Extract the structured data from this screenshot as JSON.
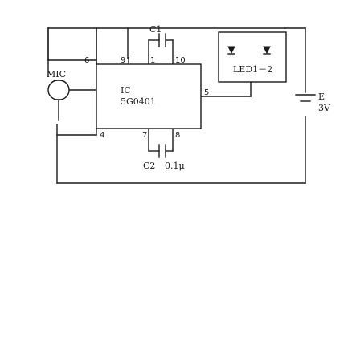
{
  "diagram": {
    "ic": {
      "label": "IC",
      "part": "5G0401"
    },
    "pins": {
      "p1": "1",
      "p4": "4",
      "p5": "5",
      "p6": "6",
      "p7": "7",
      "p8": "8",
      "p9": "9",
      "p10": "10"
    },
    "c1": {
      "name": "C1"
    },
    "c2": {
      "name": "C2",
      "value": "0.1μ"
    },
    "mic": {
      "label": "MIC"
    },
    "led": {
      "label": "LED1－2"
    },
    "battery": {
      "label": "E",
      "voltage": "3V"
    }
  }
}
